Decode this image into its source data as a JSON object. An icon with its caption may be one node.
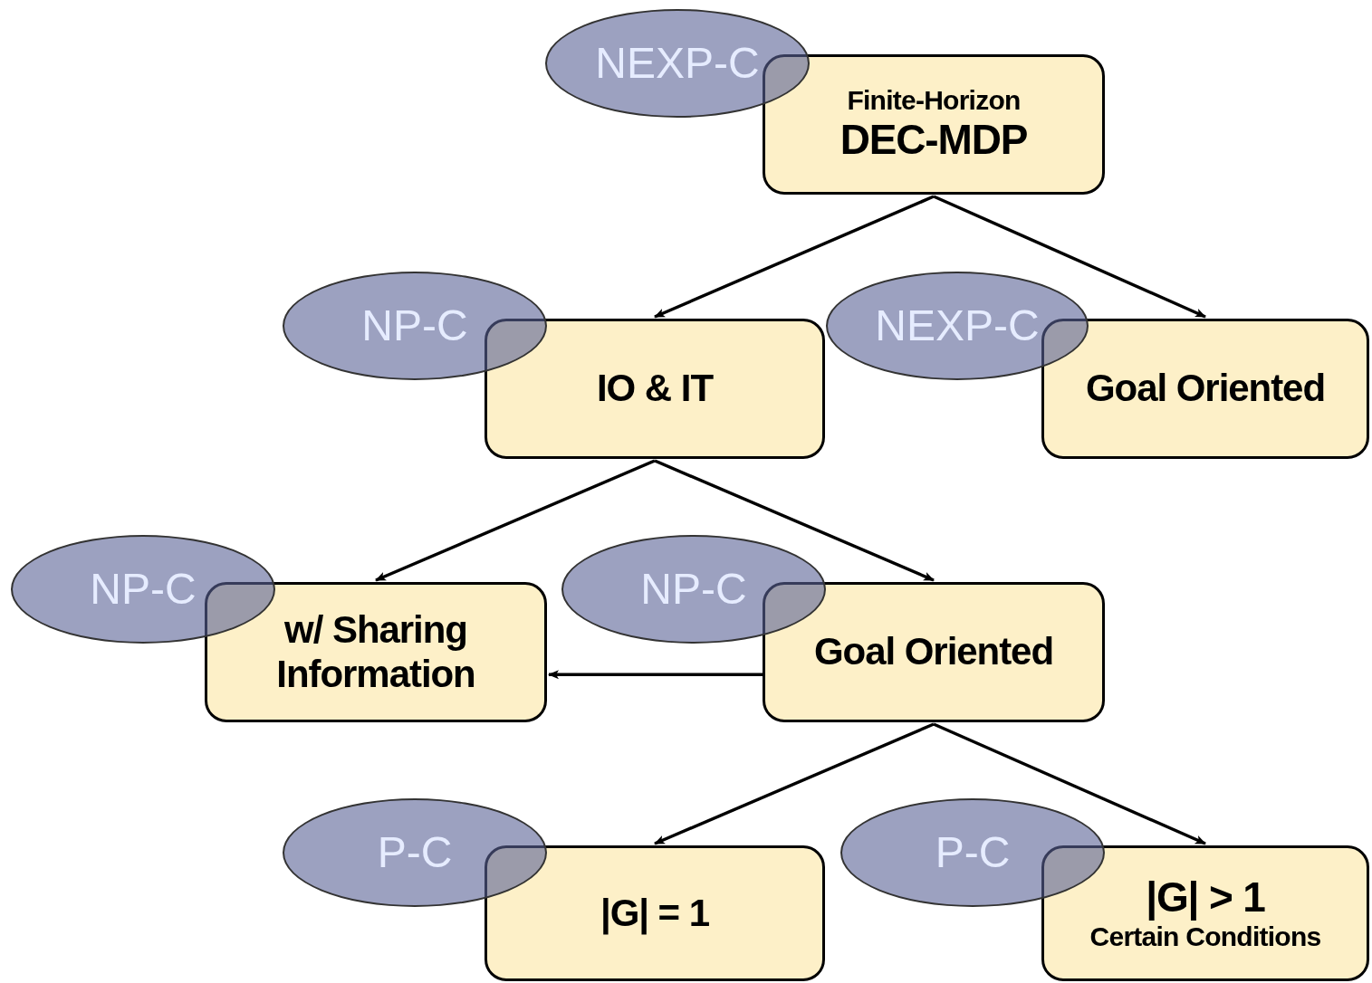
{
  "diagram": {
    "nodes": [
      {
        "text": [
          "NEXP-C"
        ]
      },
      {
        "text": [
          "Finite-Horizon",
          "DEC-MDP"
        ]
      },
      {
        "text": [
          "NP-C"
        ]
      },
      {
        "text": [
          "IO & IT"
        ]
      },
      {
        "text": [
          "NEXP-C"
        ]
      },
      {
        "text": [
          "Goal Oriented"
        ]
      },
      {
        "text": [
          "NP-C"
        ]
      },
      {
        "text": [
          "w/ Sharing Information"
        ]
      },
      {
        "text": [
          "NP-C"
        ]
      },
      {
        "text": [
          "Goal Oriented"
        ]
      },
      {
        "text": [
          "P-C"
        ]
      },
      {
        "text": [
          "|G| = 1"
        ]
      },
      {
        "text": [
          "P-C"
        ]
      },
      {
        "text": [
          "|G| > 1",
          "Certain Conditions"
        ]
      }
    ],
    "edges": [
      {
        "from": 1,
        "to": 3,
        "arrow": "to"
      },
      {
        "from": 1,
        "to": 5,
        "arrow": "to"
      },
      {
        "from": 3,
        "to": 7,
        "arrow": "to"
      },
      {
        "from": 3,
        "to": 9,
        "arrow": "to"
      },
      {
        "from": 9,
        "to": 7,
        "arrow": "to"
      },
      {
        "from": 9,
        "to": 11,
        "arrow": "to"
      },
      {
        "from": 9,
        "to": 13,
        "arrow": "to"
      }
    ]
  }
}
